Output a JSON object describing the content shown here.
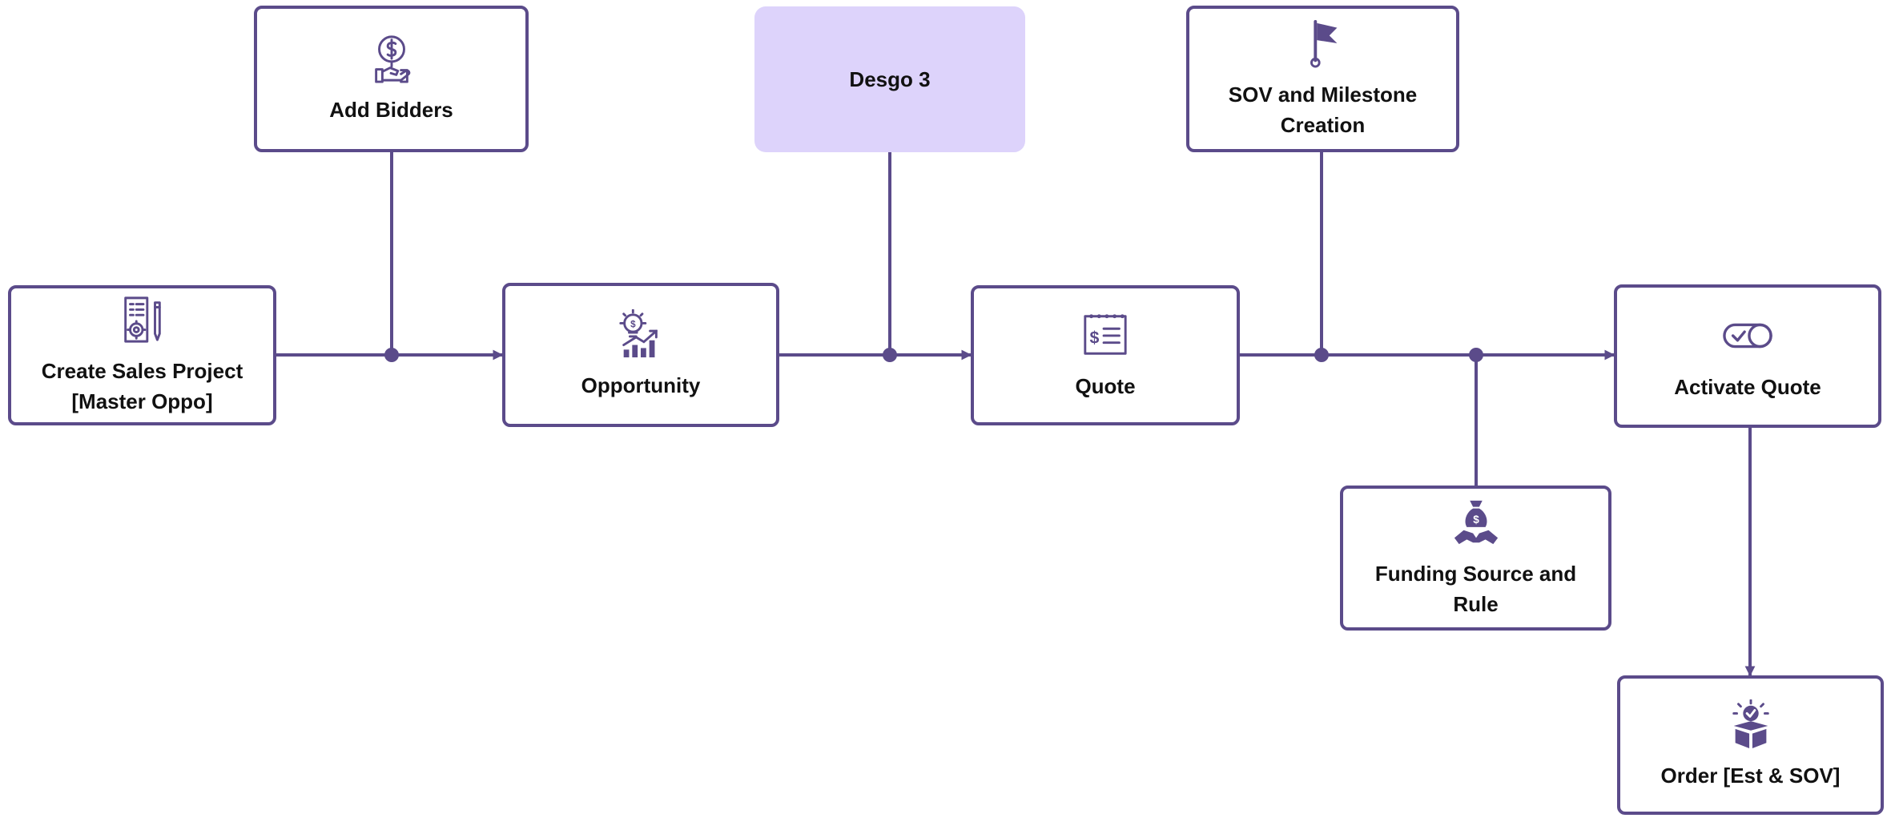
{
  "colors": {
    "line": "#5b4b8a",
    "icon": "#5b4b8a",
    "highlight_fill": "#ddd3fb",
    "text": "#111111"
  },
  "nodes": {
    "add_bidders": {
      "label": "Add Bidders",
      "icon": "dollar-search-hand-icon"
    },
    "desgo": {
      "label": "Desgo 3"
    },
    "sov_milestone": {
      "label": "SOV and Milestone\nCreation",
      "icon": "flag-icon"
    },
    "create_sales_project": {
      "label": "Create Sales Project\n[Master Oppo]",
      "icon": "document-gear-icon"
    },
    "opportunity": {
      "label": "Opportunity",
      "icon": "idea-chart-icon"
    },
    "quote": {
      "label": "Quote",
      "icon": "price-list-icon"
    },
    "activate_quote": {
      "label": "Activate Quote",
      "icon": "toggle-check-icon"
    },
    "funding_source": {
      "label": "Funding Source and\nRule",
      "icon": "money-bag-hand-icon"
    },
    "order": {
      "label": "Order [Est & SOV]",
      "icon": "box-check-icon"
    }
  }
}
